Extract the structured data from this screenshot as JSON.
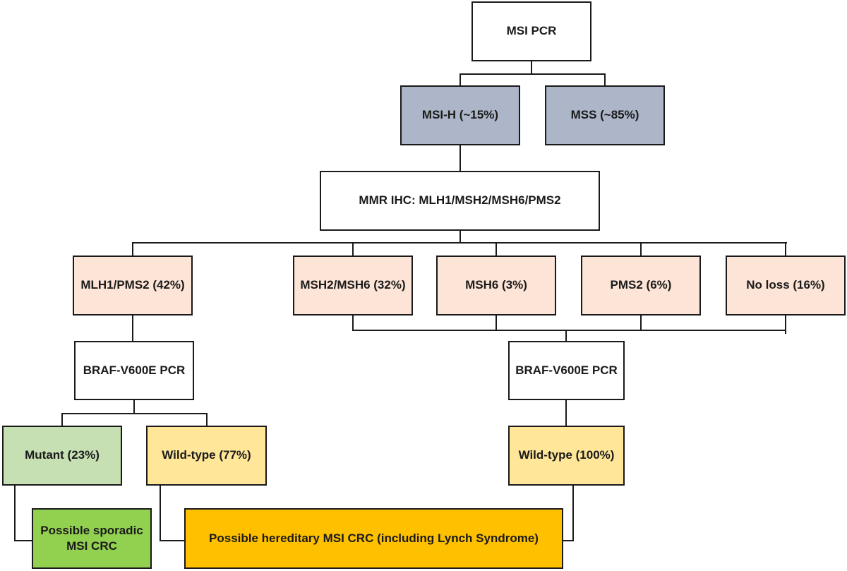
{
  "diagram": {
    "title": "MSI PCR colorectal cancer testing algorithm flowchart",
    "nodes": {
      "msi_pcr": {
        "label": "MSI PCR"
      },
      "msi_h": {
        "label": "MSI-H (~15%)"
      },
      "mss": {
        "label": "MSS (~85%)"
      },
      "mmr_ihc": {
        "label": "MMR IHC: MLH1/MSH2/MSH6/PMS2"
      },
      "mlh1_pms2": {
        "label": "MLH1/PMS2 (42%)"
      },
      "msh2_msh6": {
        "label": "MSH2/MSH6 (32%)"
      },
      "msh6": {
        "label": "MSH6 (3%)"
      },
      "pms2": {
        "label": "PMS2 (6%)"
      },
      "no_loss": {
        "label": "No loss (16%)"
      },
      "braf_left": {
        "label": "BRAF-V600E PCR"
      },
      "braf_right": {
        "label": "BRAF-V600E PCR"
      },
      "mutant": {
        "label": "Mutant (23%)"
      },
      "wild_type_77": {
        "label": "Wild-type (77%)"
      },
      "wild_type_100": {
        "label": "Wild-type (100%)"
      },
      "sporadic": {
        "label": "Possible sporadic MSI CRC"
      },
      "hereditary": {
        "label": "Possible hereditary MSI CRC (including Lynch Syndrome)"
      }
    },
    "palette": {
      "white": "#ffffff",
      "blue_gray": "#acb6c8",
      "peach": "#fce4d6",
      "light_green": "#c6e0b4",
      "light_yellow": "#ffe699",
      "bright_green": "#92d050",
      "orange": "#ffc000",
      "line": "#1a1a1a"
    }
  }
}
